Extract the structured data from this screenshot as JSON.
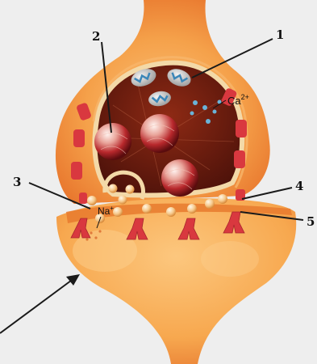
{
  "callouts": {
    "c1": "1",
    "c2": "2",
    "c3": "3",
    "c4": "4",
    "c5": "5"
  },
  "ions": {
    "calcium": "Ca",
    "calcium_charge": "2+",
    "sodium": "Na",
    "sodium_charge": "+"
  },
  "colors": {
    "background": "#eeeeee",
    "tissue": "#f5a14a",
    "interior": "#6a1a0c",
    "membrane": "#f3d9a8",
    "receptor": "#d9383f",
    "vesicle": "#c02a30",
    "mitochondria": "#3b86b8",
    "leader": "#1a1a1a"
  }
}
